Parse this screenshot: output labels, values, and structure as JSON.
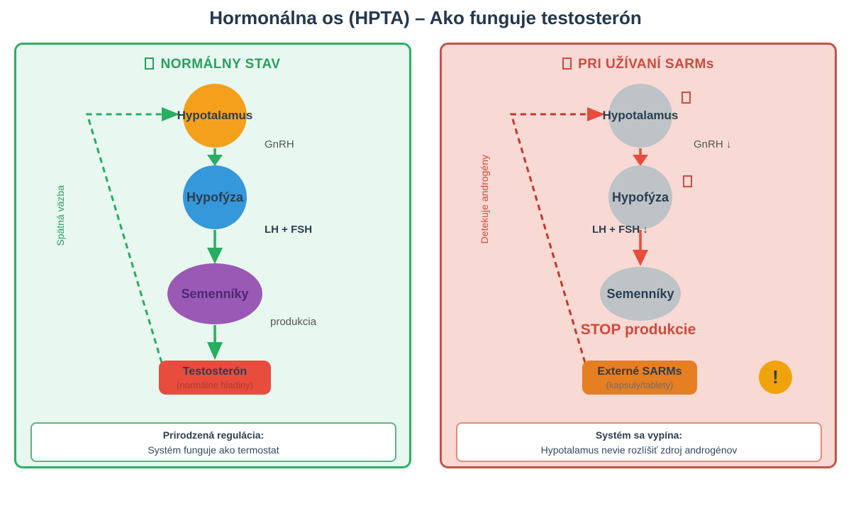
{
  "title": "Hormonálna os (HPTA) – Ako funguje testosterón",
  "colors": {
    "title_text": "#24384d",
    "green_bg": "#e8f8f0",
    "green_border": "#2eaf64",
    "green_text": "#28a05e",
    "green_arrow": "#27ae60",
    "red_bg": "#f9d9d4",
    "red_border": "#c0544a",
    "red_text": "#cf4a3e",
    "red_arrow": "#e74c3c",
    "dashed_red": "#c0392b",
    "orange_node": "#f5a01d",
    "blue_node": "#3498db",
    "purple_node": "#9b59b6",
    "purple_text": "#4a2a73",
    "red_node": "#e74c3c",
    "gray_node": "#bdc3c7",
    "orange_box": "#e67e22",
    "warning_circle": "#f0a30a",
    "node_text": "#2c3e50",
    "label_gray": "#555555",
    "testosteron_sub": "#b03a2e",
    "sarms_sub": "#6c6c6c",
    "info_border_green": "#5bb381",
    "info_border_red": "#dd8b82",
    "info_text": "#34495e"
  },
  "left_panel": {
    "header": "NORMÁLNY STAV",
    "nodes": {
      "hypotalamus": "Hypotalamus",
      "hypofyza": "Hypofýza",
      "semenniky": "Semenníky",
      "testosteron_title": "Testosterón",
      "testosteron_subtitle": "(normálne hladiny)"
    },
    "labels": {
      "gnrh": "GnRH",
      "lh_fsh": "LH + FSH",
      "produkcia": "produkcia",
      "feedback": "Spätná väzba"
    },
    "info_box": {
      "title": "Prirodzená regulácia:",
      "text": "Systém funguje ako termostat"
    }
  },
  "right_panel": {
    "header": "PRI UŽÍVANÍ SARMs",
    "nodes": {
      "hypotalamus": "Hypotalamus",
      "hypofyza": "Hypofýza",
      "semenniky": "Semenníky",
      "sarms_title": "Externé SARMs",
      "sarms_subtitle": "(kapsuly/tablety)"
    },
    "labels": {
      "gnrh": "GnRH ↓",
      "lh_fsh": "LH + FSH ↓",
      "stop": "STOP produkcie",
      "feedback": "Detekuje androgény",
      "warning": "!"
    },
    "info_box": {
      "title": "Systém sa vypína:",
      "text": "Hypotalamus nevie rozlíšiť zdroj androgénov"
    }
  }
}
